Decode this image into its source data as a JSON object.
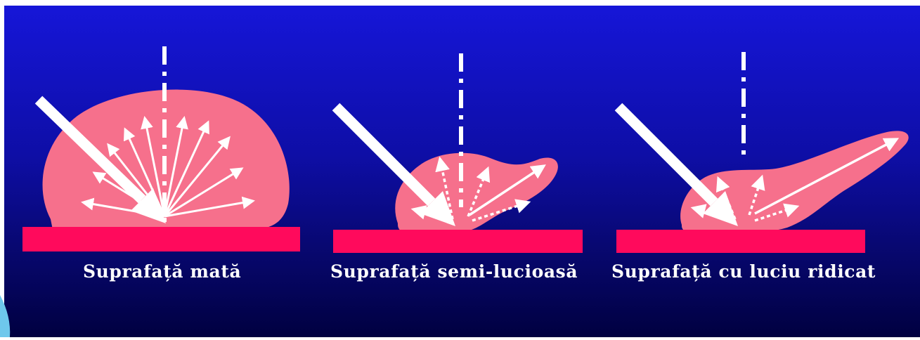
{
  "diagram": {
    "panels": [
      {
        "id": "matte",
        "caption": "Suprafață mată"
      },
      {
        "id": "semi-gloss",
        "caption": "Suprafață semi-lucioasă"
      },
      {
        "id": "high-gloss",
        "caption": "Suprafață cu luciu ridicat"
      }
    ],
    "colors": {
      "background_top": "#1414d2",
      "background_bottom": "#000048",
      "lobe": "#f6708c",
      "surface": "#ff0a5c",
      "arrows": "#ffffff",
      "corner_accent": "#6ec8ec"
    },
    "icons": [
      "incident-arrow",
      "normal-line",
      "reflected-arrow",
      "scatter-arrow"
    ]
  }
}
